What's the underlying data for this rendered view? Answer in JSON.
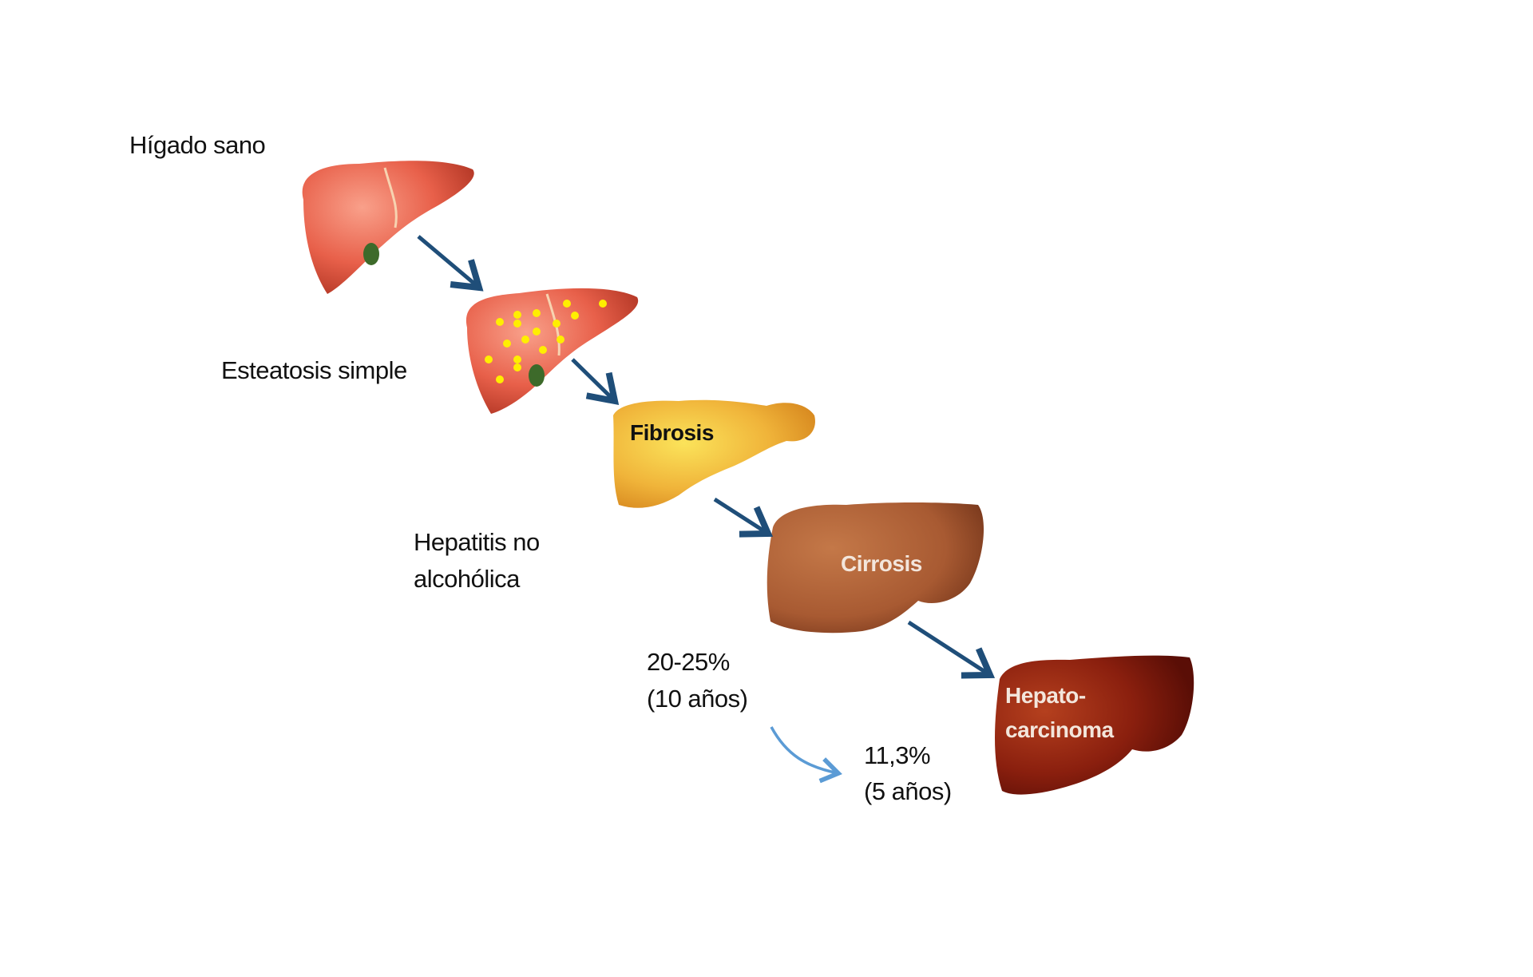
{
  "stages": [
    {
      "label": "Hígado sano"
    },
    {
      "label": "Esteatosis simple"
    },
    {
      "label": "Fibrosis"
    },
    {
      "label": "Cirrosis"
    },
    {
      "label_lines": [
        "Hepato-",
        "carcinoma"
      ]
    }
  ],
  "annotations": {
    "nash": [
      "Hepatitis no",
      "alcohólica"
    ],
    "cirrhosis_rate": [
      "20-25%",
      "(10 años)"
    ],
    "hcc_rate": [
      "11,3%",
      "(5 años)"
    ]
  },
  "colors": {
    "arrow": "#1f4e79",
    "curved_arrow": "#5b9bd5",
    "healthy": "#e8604a",
    "fat_dots": "#ffee00",
    "fibrosis": "#f0b43a",
    "cirrhosis": "#a85a32",
    "hcc": "#8a1f0e"
  }
}
